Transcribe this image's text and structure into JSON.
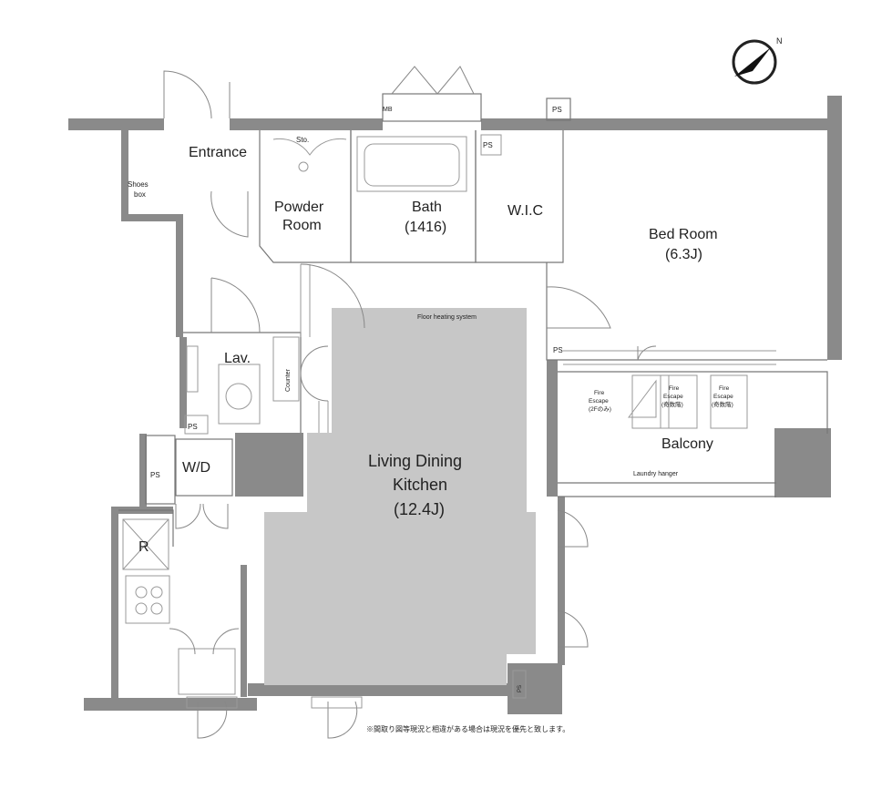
{
  "rooms": {
    "entrance": "Entrance",
    "shoes_box": [
      "Shoes",
      "box"
    ],
    "sto": "Sto.",
    "powder_room": [
      "Powder",
      "Room"
    ],
    "bath": [
      "Bath",
      "(1416)"
    ],
    "wic": "W.I.C",
    "bed_room": [
      "Bed Room",
      "(6.3J)"
    ],
    "lav": "Lav.",
    "counter": "Counter",
    "wd": "W/D",
    "ldk": [
      "Living Dining",
      "Kitchen",
      "(12.4J)"
    ],
    "balcony": "Balcony",
    "refrigerator": "R",
    "mb": "MB"
  },
  "ps_label": "PS",
  "floor_heating": "Floor heating system",
  "laundry_hanger": "Laundry hanger",
  "fire_escapes": [
    [
      "Fire",
      "Escape",
      "(2Fのみ)"
    ],
    [
      "Fire",
      "Escape",
      "(奇数階)"
    ],
    [
      "Fire",
      "Escape",
      "(奇数階)"
    ]
  ],
  "compass_letter": "N",
  "footnote": "※間取り図等現況と相違がある場合は現況を優先と致します。"
}
